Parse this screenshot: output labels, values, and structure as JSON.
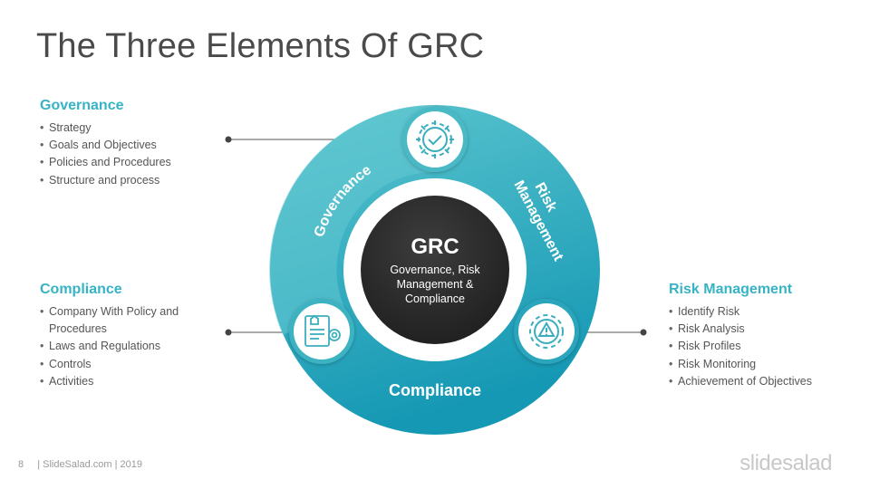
{
  "title": "The Three Elements Of GRC",
  "center": {
    "heading": "GRC",
    "line1": "Governance, Risk",
    "line2": "Management &",
    "line3": "Compliance"
  },
  "ring_labels": {
    "governance": "Governance",
    "risk_line1": "Risk",
    "risk_line2": "Management",
    "compliance": "Compliance"
  },
  "governance": {
    "heading": "Governance",
    "items": [
      "Strategy",
      "Goals and Objectives",
      "Policies and Procedures",
      "Structure and process"
    ]
  },
  "compliance": {
    "heading": "Compliance",
    "items": [
      "Company With Policy and",
      "Procedures",
      "Laws and Regulations",
      "Controls",
      "Activities"
    ]
  },
  "risk_management": {
    "heading": "Risk Management",
    "items": [
      "Identify Risk",
      "Risk Analysis",
      "Risk Profiles",
      "Risk Monitoring",
      "Achievement of Objectives"
    ]
  },
  "footer": {
    "page": "8",
    "text": "| SlideSalad.com | 2019"
  },
  "brand": "slidesalad",
  "colors": {
    "accent": "#36b3c4",
    "ring_light": "#5cc6cf",
    "ring_dark": "#1598b4",
    "center": "#2b2b2b"
  },
  "icons": [
    "gear-check-icon",
    "document-seal-icon",
    "gear-warning-icon"
  ]
}
